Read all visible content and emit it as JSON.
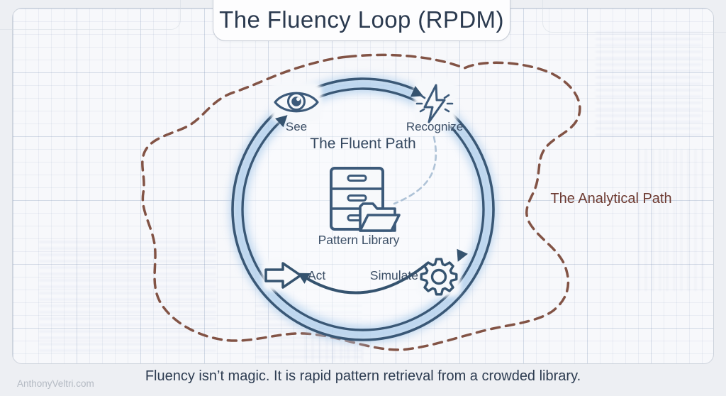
{
  "header": {
    "title": "The Fluency Loop (RPDM)"
  },
  "fluent_loop": {
    "path_label": "The Fluent Path",
    "center": {
      "label": "Pattern Library",
      "icon": "cabinet-folder-icon"
    },
    "steps": [
      {
        "label": "See",
        "icon": "eye-icon"
      },
      {
        "label": "Recognize",
        "icon": "lightning-icon"
      },
      {
        "label": "Simulate",
        "icon": "gear-icon"
      },
      {
        "label": "Act",
        "icon": "block-arrow-icon"
      }
    ]
  },
  "analytical_path": {
    "label": "The Analytical Path"
  },
  "footer": {
    "tagline": "Fluency isn’t magic. It is rapid pattern retrieval from a crowded library.",
    "watermark": "AnthonyVeltri.com"
  },
  "colors": {
    "loop_stroke": "#3a5876",
    "loop_glow": "#aecdeb",
    "icon_stroke": "#3c5a7a",
    "analytical_text": "#6d3a31",
    "analytical_dash": "#7b4a3b",
    "connector_dash": "#a6bcd3",
    "title_text": "#2b3a4f"
  }
}
